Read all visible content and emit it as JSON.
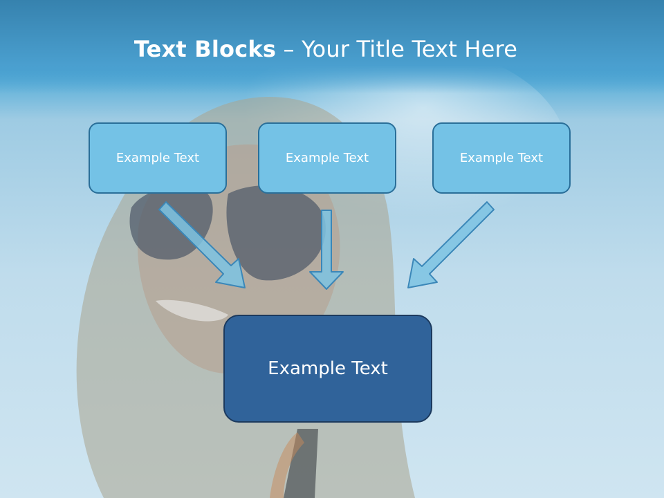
{
  "title": {
    "bold": "Text Blocks",
    "dash": " – ",
    "rest": "Your Title Text Here"
  },
  "blocks": {
    "top_left": "Example Text",
    "top_center": "Example Text",
    "top_right": "Example Text",
    "bottom": "Example Text"
  },
  "colors": {
    "small_box_fill": "#74c2e6",
    "big_box_fill": "#30639a",
    "arrow_fill": "#7cc3e3",
    "arrow_stroke": "#3b87b8"
  }
}
